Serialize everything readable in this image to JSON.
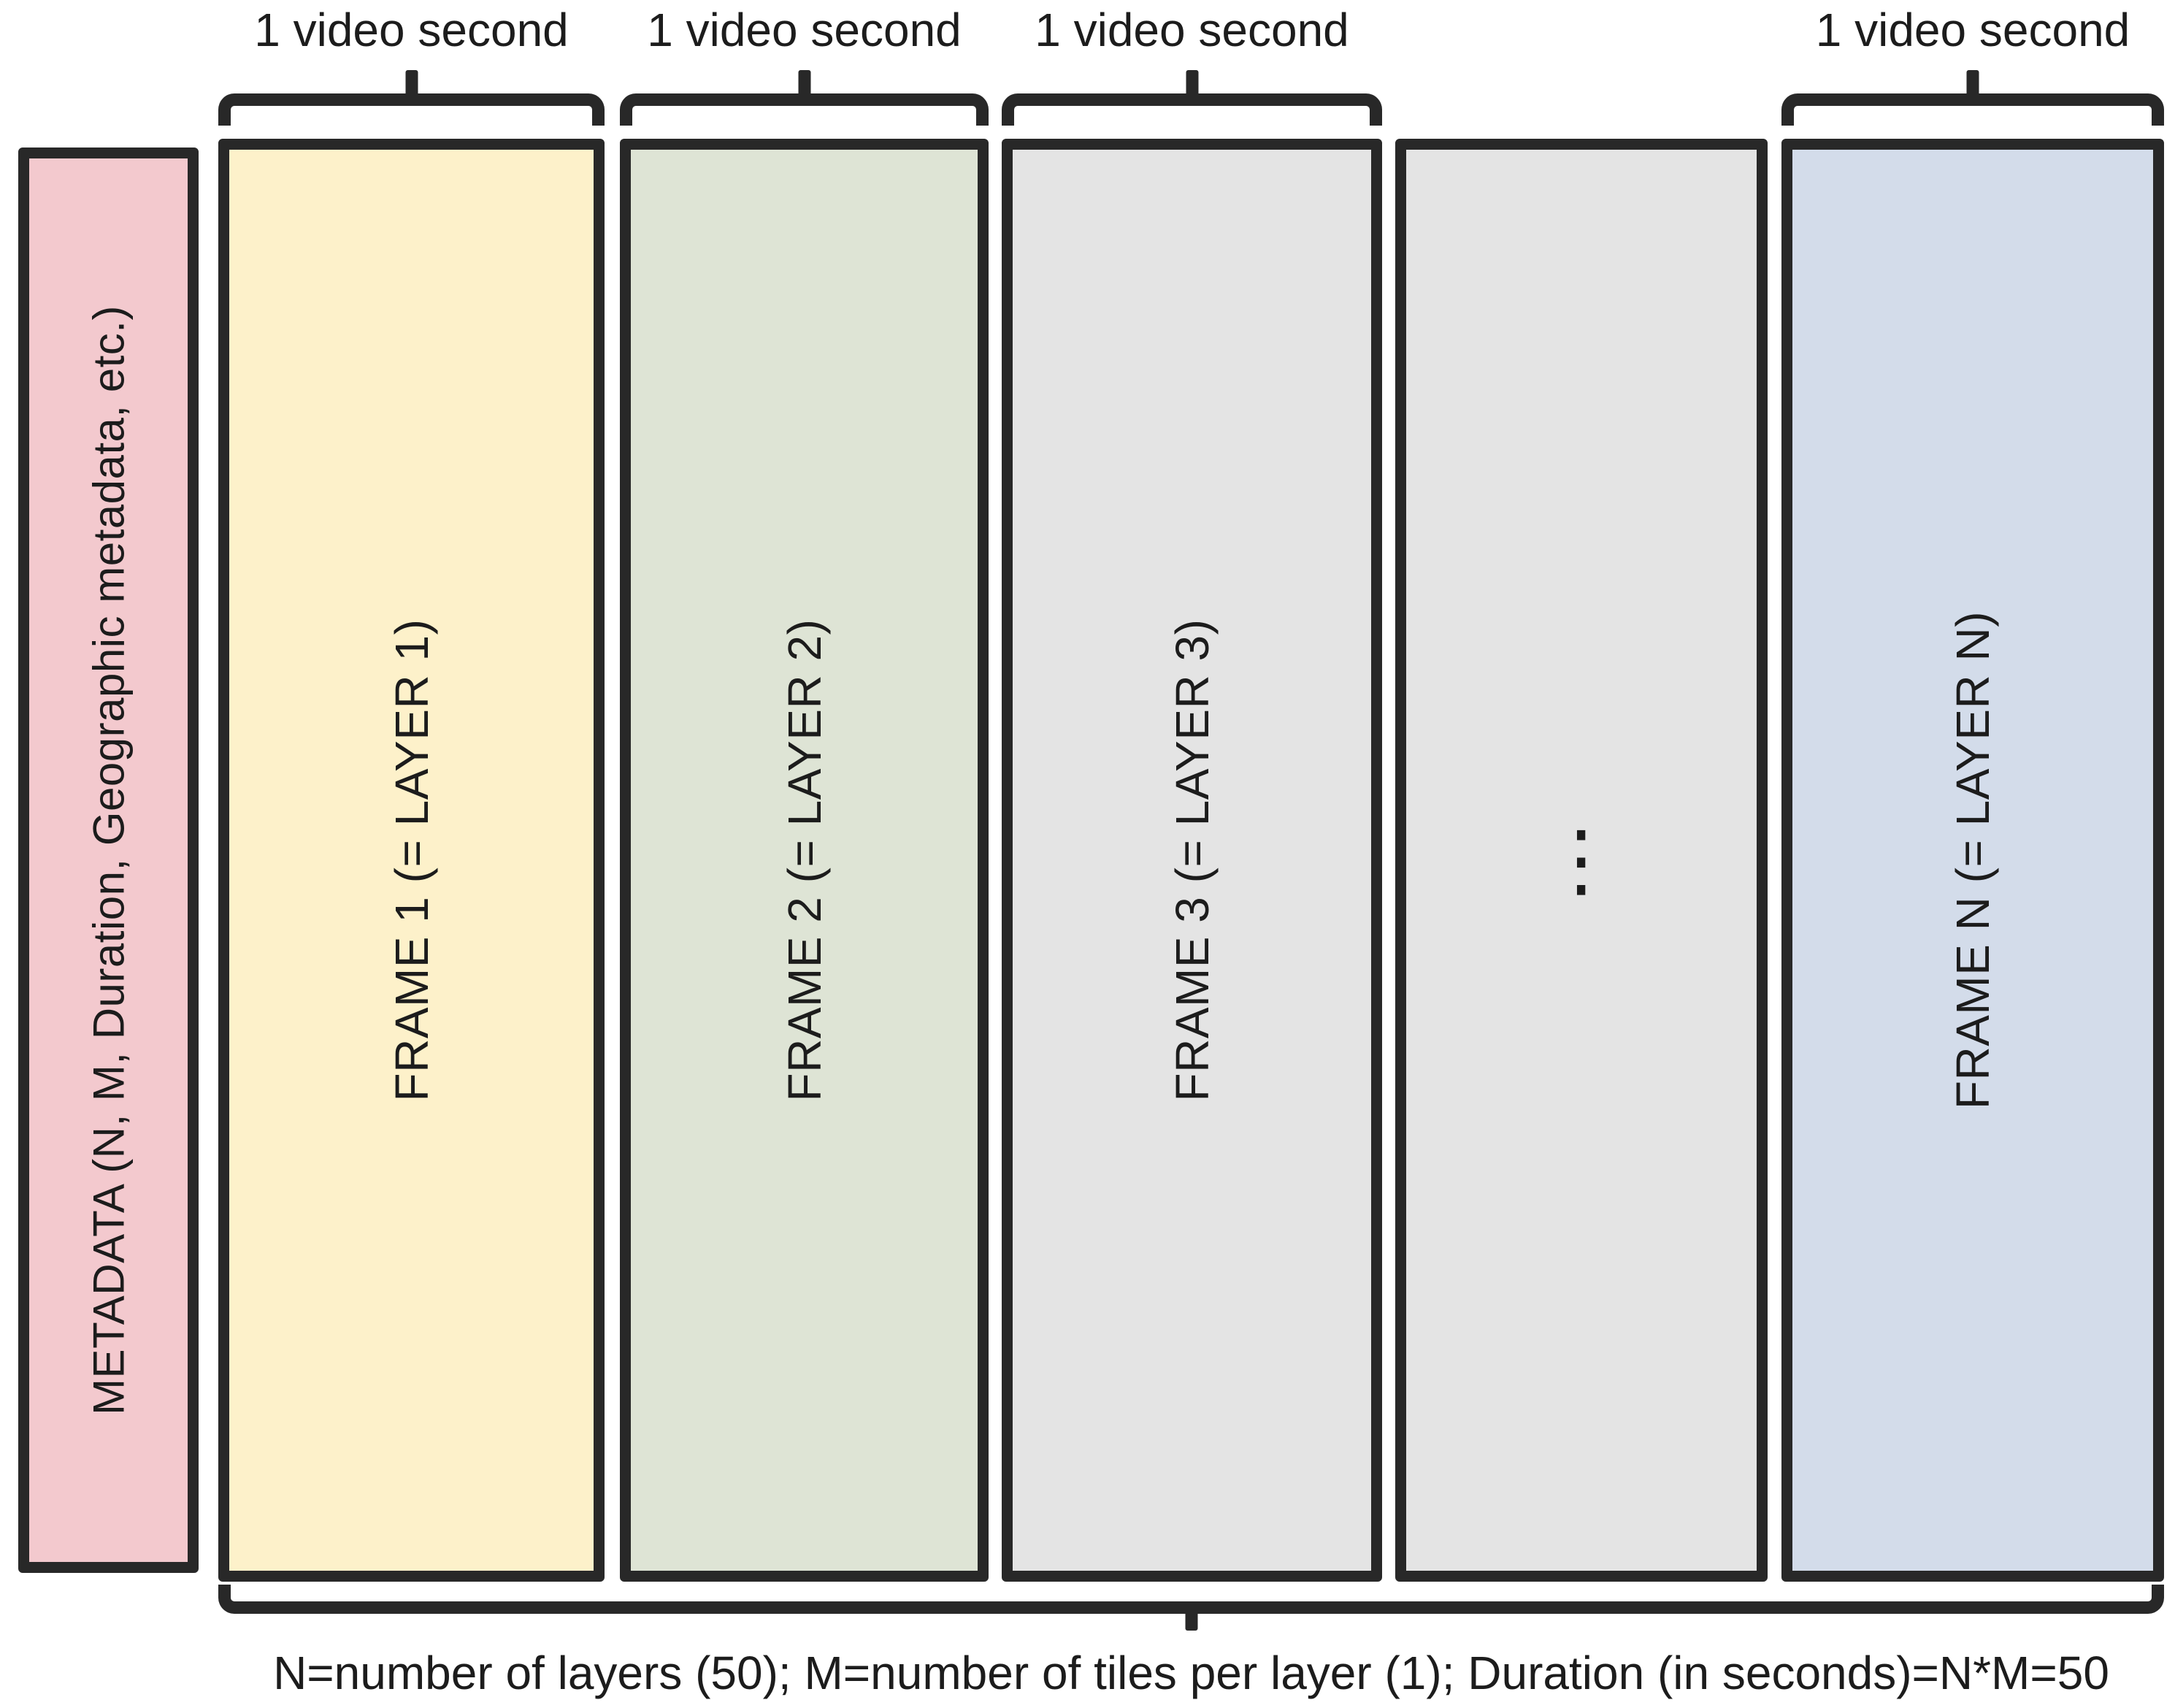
{
  "figure": {
    "background": "#ffffff",
    "stroke_color": "#282828",
    "text_color": "#1c1c1c",
    "columns": [
      {
        "name": "metadata",
        "label": "METADATA (N, M, Duration, Geographic metadata, etc.)",
        "fill": "#f3c9ce",
        "bracket_label": ""
      },
      {
        "name": "frame-1",
        "label": "FRAME 1 (= LAYER 1)",
        "fill": "#fdf1ca",
        "bracket_label": "1 video second"
      },
      {
        "name": "frame-2",
        "label": "FRAME 2 (= LAYER 2)",
        "fill": "#dee4d5",
        "bracket_label": "1 video second"
      },
      {
        "name": "frame-3",
        "label": "FRAME 3 (= LAYER 3)",
        "fill": "#e4e4e4",
        "bracket_label": "1 video second"
      },
      {
        "name": "ellipsis",
        "label": "⋮",
        "fill": "#e4e4e4",
        "bracket_label": ""
      },
      {
        "name": "frame-n",
        "label": "FRAME N (= LAYER N)",
        "fill": "#d3dcea",
        "bracket_label": "1 video second"
      }
    ],
    "bottom_caption": "N=number of layers (50); M=number of tiles per layer (1); Duration (in seconds)=N*M=50"
  }
}
